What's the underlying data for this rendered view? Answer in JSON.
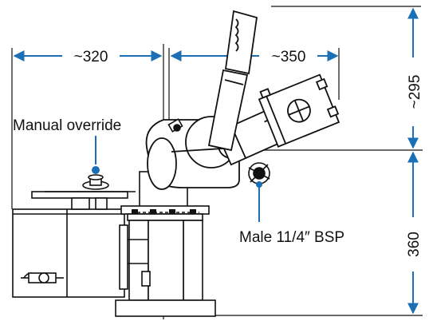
{
  "colors": {
    "dimension": "#1a6fb5",
    "drawing": "#111111",
    "background": "#ffffff"
  },
  "dimensions": {
    "left_width": "~320",
    "right_width": "~350",
    "upper_height": "~295",
    "lower_height": "360"
  },
  "labels": {
    "manual_override": "Manual override",
    "outlet": "Male 11/4″ BSP"
  }
}
